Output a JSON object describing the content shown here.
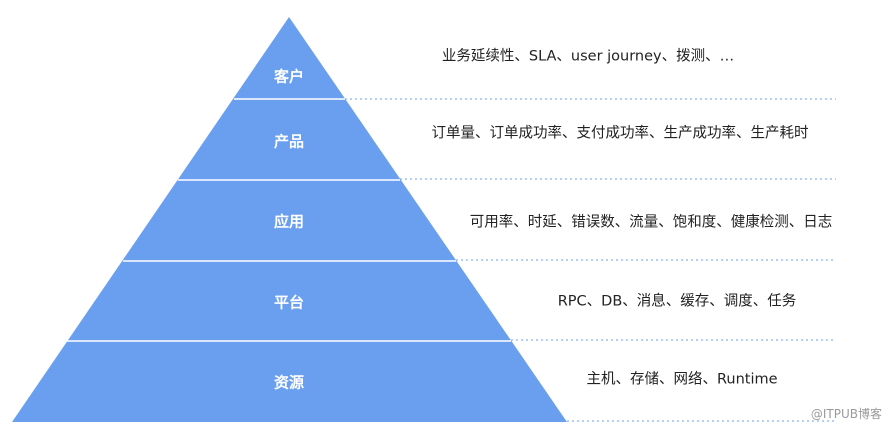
{
  "layers": [
    {
      "label": "客户",
      "description": "业务延续性、SLA、user journey、拨测、…"
    },
    {
      "label": "产品",
      "description": "订单量、订单成功率、支付成功率、生产成功率、生产耗时"
    },
    {
      "label": "应用",
      "description": "可用率、时延、错误数、流量、饱和度、健康检测、日志"
    },
    {
      "label": "平台",
      "description": "RPC、DB、消息、缓存、调度、任务"
    },
    {
      "label": "资源",
      "description": "主机、存储、网络、Runtime"
    }
  ],
  "colors": {
    "pyramid_fill": "#6a9ff0",
    "separator": "#ffffff",
    "dotted_line": "#6a9ff0"
  },
  "watermark": "@ITPUB博客"
}
